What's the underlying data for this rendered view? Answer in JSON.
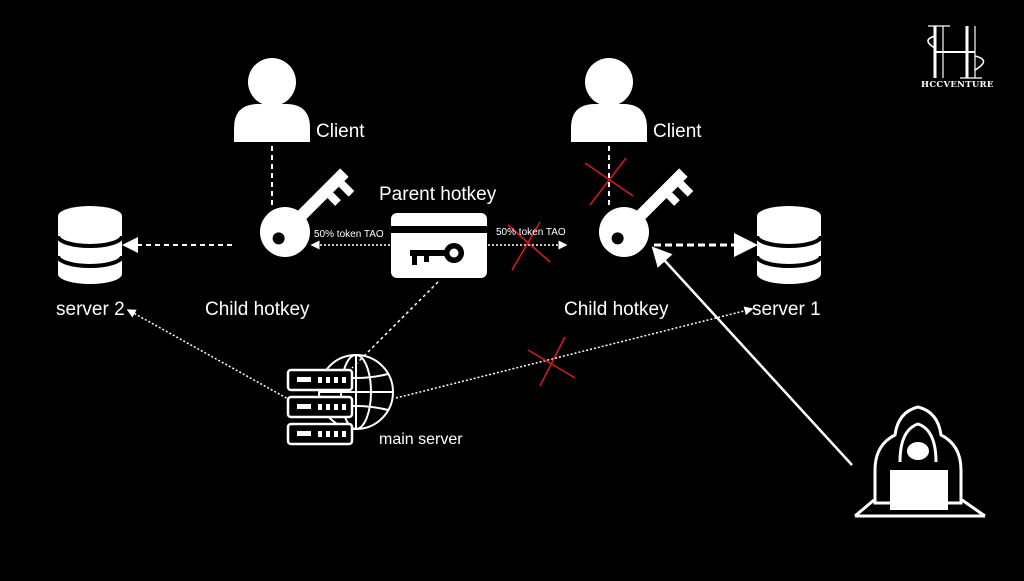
{
  "labels": {
    "client_left": "Client",
    "client_right": "Client",
    "parent_hotkey": "Parent hotkey",
    "child_hotkey_left": "Child hotkey",
    "child_hotkey_right": "Child hotkey",
    "server_2": "server 2",
    "server_1": "server 1",
    "main_server": "main server",
    "token_left": "50% token TAO",
    "token_right": "50% token TAO"
  },
  "logo": {
    "text": "HCCVENTURE"
  },
  "colors": {
    "background": "#000000",
    "foreground": "#ffffff",
    "cross": "#d01c1c"
  },
  "icons": [
    "user-icon",
    "key-icon",
    "keycard-icon",
    "database-icon",
    "server-rack-icon",
    "globe-icon",
    "hacker-icon",
    "logo-icon"
  ]
}
